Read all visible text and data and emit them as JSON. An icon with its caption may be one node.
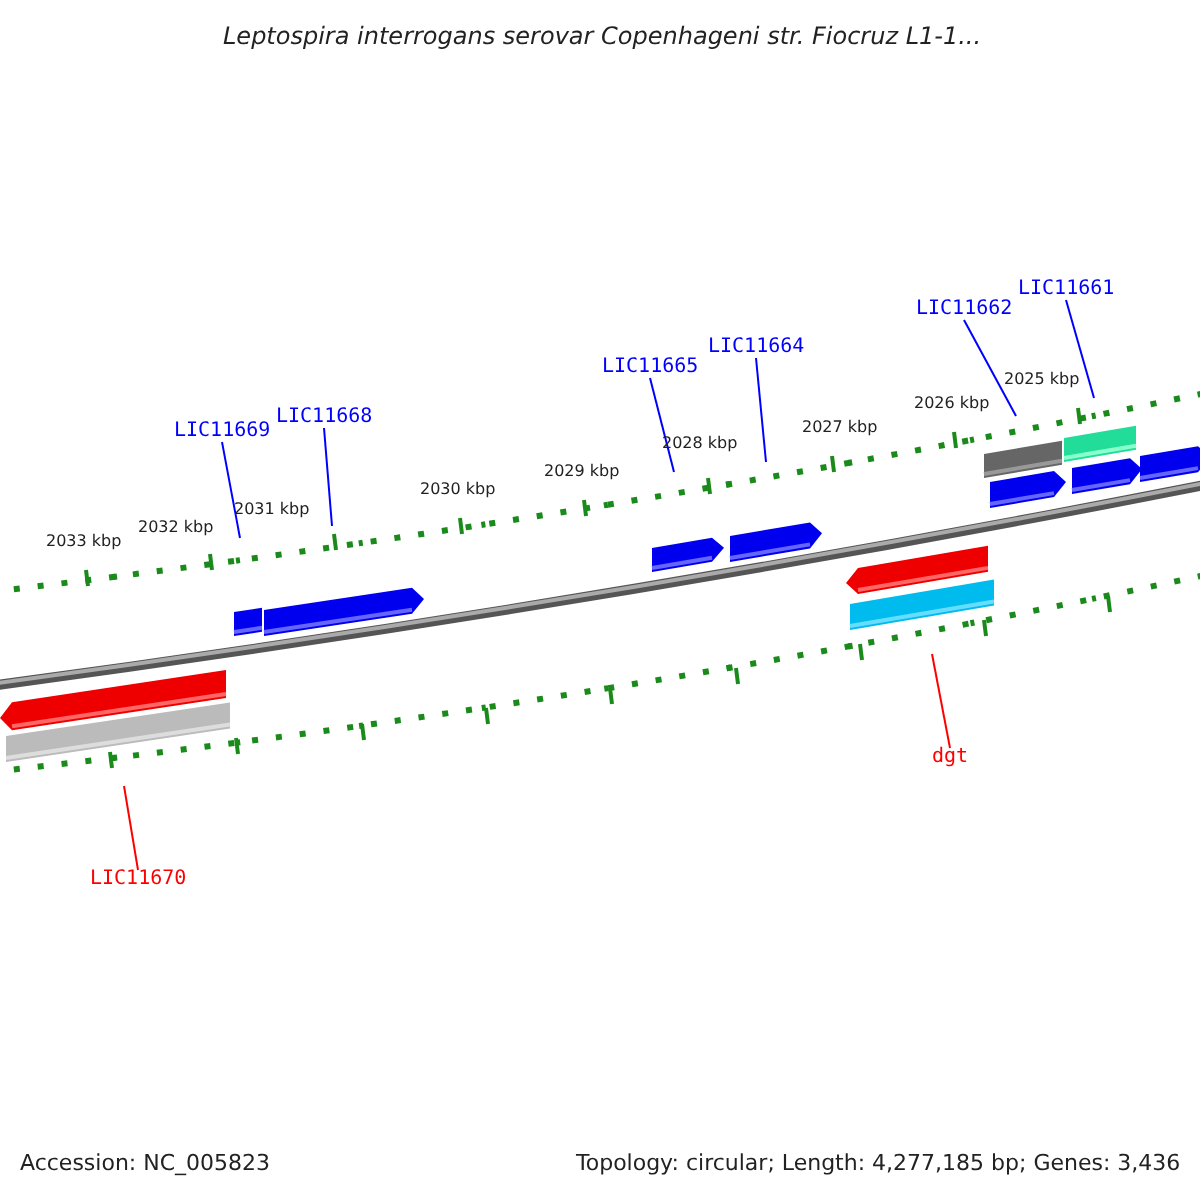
{
  "diagram": {
    "title": "Leptospira interrogans serovar Copenhageni str. Fiocruz L1-1...",
    "nodes": [
      {
        "text": [
          "LIC11669"
        ]
      },
      {
        "text": [
          "LIC11668"
        ]
      },
      {
        "text": [
          "LIC11665"
        ]
      },
      {
        "text": [
          "LIC11664"
        ]
      },
      {
        "text": [
          "LIC11662"
        ]
      },
      {
        "text": [
          "LIC11661"
        ]
      },
      {
        "text": [
          "dgt"
        ]
      },
      {
        "text": [
          "LIC11670"
        ]
      }
    ],
    "edges": [
      {
        "from": 0,
        "to": null,
        "arrow": "none"
      },
      {
        "from": 1,
        "to": null,
        "arrow": "none"
      },
      {
        "from": 2,
        "to": null,
        "arrow": "none"
      },
      {
        "from": 3,
        "to": null,
        "arrow": "none"
      },
      {
        "from": 4,
        "to": null,
        "arrow": "none"
      },
      {
        "from": 5,
        "to": null,
        "arrow": "none"
      },
      {
        "from": 6,
        "to": null,
        "arrow": "none",
        "color": "#ff0000"
      },
      {
        "from": 7,
        "to": null,
        "arrow": "none",
        "color": "#ff0000"
      }
    ],
    "labels": [
      "2033 kbp",
      "2032 kbp",
      "2031 kbp",
      "2030 kbp",
      "2029 kbp",
      "2028 kbp",
      "2027 kbp",
      "2026 kbp",
      "2025 kbp",
      "Accession: NC_005823",
      "Topology: circular; Length: 4,277,185 bp; Genes: 3,436"
    ]
  }
}
